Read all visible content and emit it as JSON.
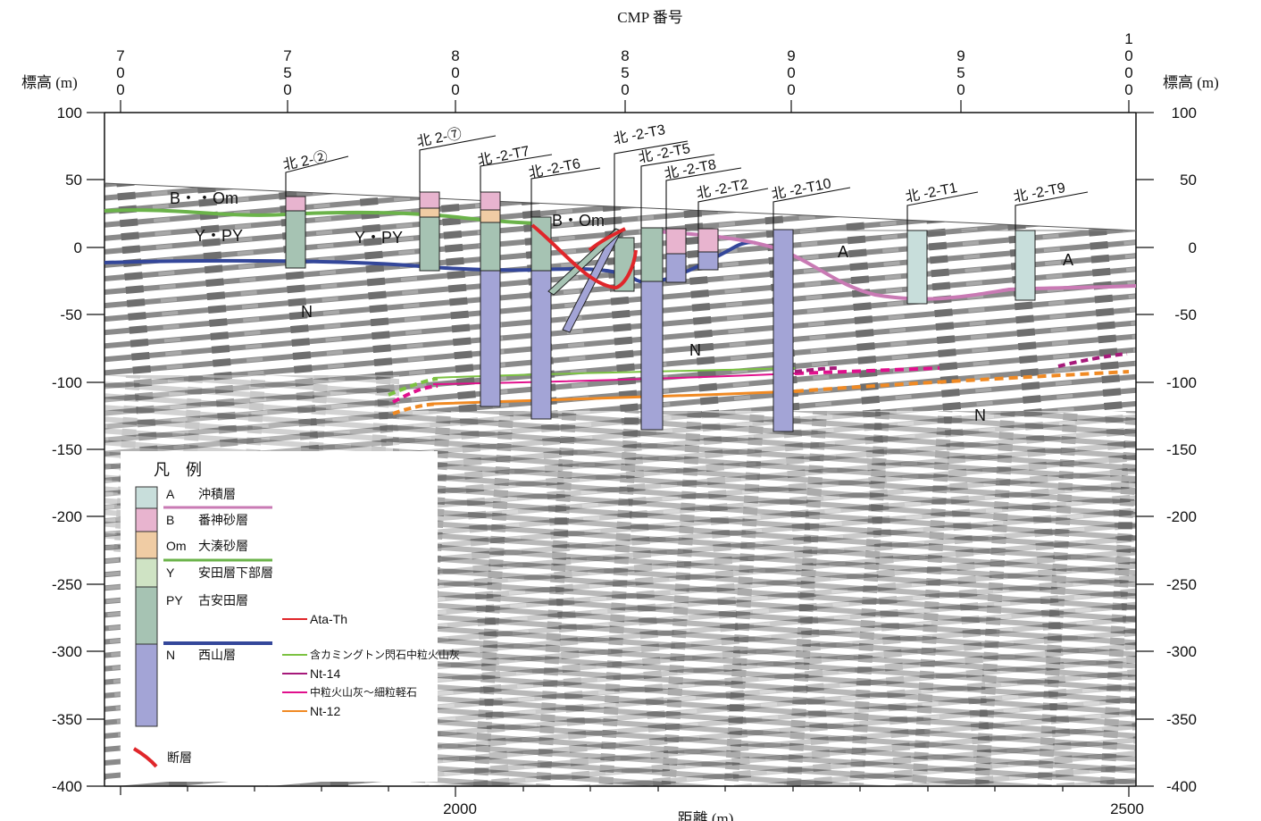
{
  "header": {
    "cmp_title": "CMP 番号",
    "cmp_ticks": [
      "700",
      "750",
      "800",
      "850",
      "900",
      "950",
      "1000"
    ],
    "left_unit": "標高 (m)",
    "right_unit": "標高 (m)",
    "bottom_label": "距離 (m)"
  },
  "y_axis": {
    "ticks": [
      "100",
      "50",
      "0",
      "-50",
      "-100",
      "-150",
      "-200",
      "-250",
      "-300",
      "-350",
      "-400"
    ]
  },
  "x_axis": {
    "ticks": [
      "2000",
      "2500"
    ]
  },
  "boreholes": [
    "北 2-②",
    "北 2-⑦",
    "北 -2-T7",
    "北 -2-T6",
    "北 -2-T3",
    "北 -2-T5",
    "北 -2-T8",
    "北 -2-T2",
    "北 -2-T10",
    "北 -2-T1",
    "北 -2-T9"
  ],
  "section_labels": {
    "b_om_left": "B・・Om",
    "y_py_left": "Y・PY",
    "y_py_mid": "Y・PY",
    "b_om_mid": "B・Om",
    "a_mid": "A",
    "a_right": "A",
    "n_left": "N",
    "n_mid": "N",
    "n_right": "N"
  },
  "legend": {
    "title": "凡　例",
    "units": [
      {
        "code": "A",
        "name": "沖積層",
        "color": "#c8dedb"
      },
      {
        "code": "B",
        "name": "番神砂層",
        "color": "#e8b4cf"
      },
      {
        "code": "Om",
        "name": "大湊砂層",
        "color": "#f0cca4"
      },
      {
        "code": "Y",
        "name": "安田層下部層",
        "color": "#cfe3c4"
      },
      {
        "code": "PY",
        "name": "古安田層",
        "color": "#a6c3b3"
      },
      {
        "code": "N",
        "name": "西山層",
        "color": "#a3a4d6"
      }
    ],
    "boundary_colors": {
      "a_base": "#c97ab4",
      "om_base": "#6bb34a",
      "n_top": "#34479a"
    },
    "tephra": [
      {
        "name": "Ata-Th",
        "color": "#e0262a"
      },
      {
        "name": "含カミングトン閃石中粒火山灰",
        "color": "#7cc242"
      },
      {
        "name": "Nt-14",
        "color": "#a6197a"
      },
      {
        "name": "中粒火山灰～細粒軽石",
        "color": "#e0108c"
      },
      {
        "name": "Nt-12",
        "color": "#f08a24"
      }
    ],
    "fault_label": "断層",
    "fault_color": "#e0262a"
  }
}
